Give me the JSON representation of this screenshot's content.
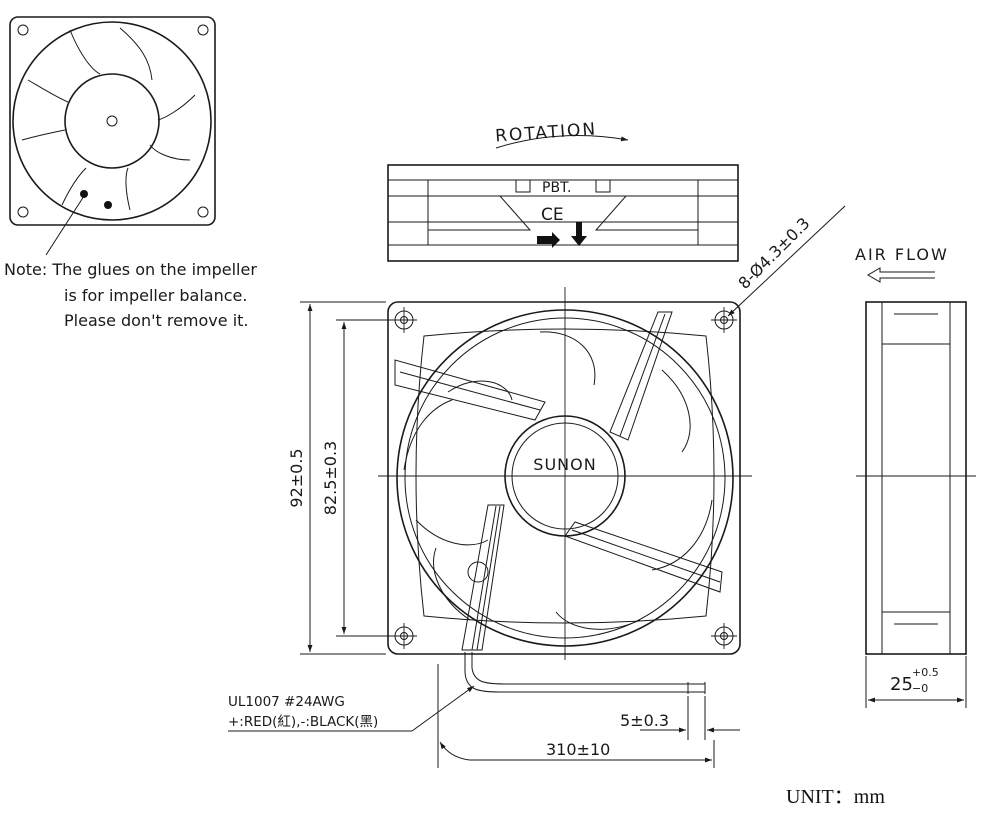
{
  "labels": {
    "rotation": "ROTATION",
    "air_flow": "AIR FLOW",
    "material": "PBT.",
    "ce_mark": "CE",
    "brand": "SUNON",
    "hole_spec": "8-Ø4.3±0.3",
    "unit": "UNIT：mm"
  },
  "note": {
    "line1": "Note: The glues on the impeller",
    "line2": "is for impeller balance.",
    "line3": "Please don't remove it."
  },
  "wire": {
    "line1": "UL1007  #24AWG",
    "line2": "+:RED(紅),-:BLACK(黑)"
  },
  "dimensions": {
    "outer_frame": "92±0.5",
    "hole_pitch": "82.5±0.3",
    "thickness_base": "25",
    "thickness_plus": "+0.5",
    "thickness_minus": "−0",
    "wire_strip": "5±0.3",
    "wire_length": "310±10"
  }
}
